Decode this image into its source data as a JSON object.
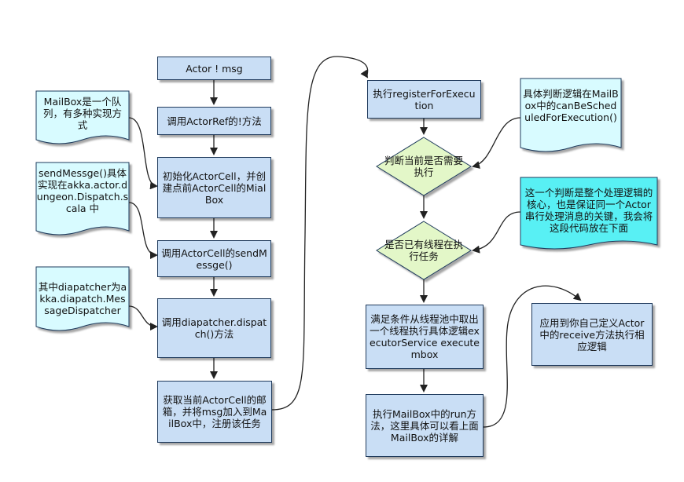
{
  "colors": {
    "process_fill": "#c9def5",
    "decision_fill": "#e3f7c8",
    "note_fill": "#d8fbff",
    "highlight_note_fill": "#59f0f4",
    "stroke": "#1f3a5c"
  },
  "left_column": {
    "actor_msg": "Actor ! msg",
    "call_actorref": "调用ActorRef的!方法",
    "init_actorcell": "初始化ActorCell，并创建点前ActorCell的MialBox",
    "call_sendmessge": "调用ActorCell的sendMessge()",
    "call_dispatch": "调用diapatcher.dispatch()方法",
    "get_mailbox": "获取当前ActorCell的邮箱，并将msg加入到MailBox中，注册该任务"
  },
  "middle_column": {
    "register": "执行registerForExecution",
    "decision_need_execute": "判断当前是否需要执行",
    "decision_has_thread": "是否已有线程在执行任务",
    "thread_pool": "满足条件从线程池中取出一个线程执行具体逻辑executorService execute mbox",
    "run_mailbox": "执行MailBox中的run方法，这里具体可以看上面MailBox的详解"
  },
  "right_column": {
    "apply_receive": "应用到你自己定义Actor中的receive方法执行相应逻辑"
  },
  "notes": {
    "mailbox_queue": "MailBox是一个队列，有多种实现方式",
    "sendmessge_impl": "sendMessge()具体实现在akka.actor.dungeon.Dispatch.scala 中",
    "diapatcher_type": "其中diapatcher为akka.diapatch.MessageDispatcher",
    "can_be_scheduled": "具体判断逻辑在MailBox中的canBeScheduledForExecution()",
    "core_logic": "这一个判断是整个处理逻辑的核心，也是保证同一个Actor串行处理消息的关键，我会将这段代码放在下面"
  }
}
